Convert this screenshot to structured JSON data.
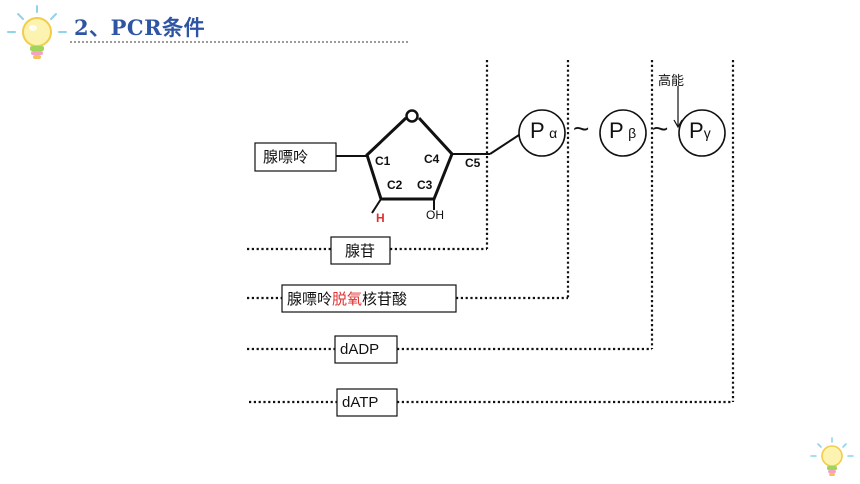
{
  "header": {
    "title": "2、PCR条件"
  },
  "diagram": {
    "ring_oxygen": "O",
    "carbons": {
      "c1": "C1",
      "c2": "C2",
      "c3": "C3",
      "c4": "C4",
      "c5": "C5"
    },
    "h_label": "H",
    "oh_label": "OH",
    "base_label": "腺嘌呤",
    "phosphates": {
      "alpha_p": "P",
      "alpha_sub": "α",
      "beta_p": "P",
      "beta_sub": "β",
      "gamma_p": "P",
      "gamma_sub": "γ"
    },
    "bond_symbol": "~",
    "high_energy_label": "高能",
    "boxes": {
      "adenosine": "腺苷",
      "dAMP_prefix": "腺嘌呤",
      "dAMP_highlight": "脱氧",
      "dAMP_suffix": "核苷酸",
      "dADP": "dADP",
      "dATP": "dATP"
    },
    "colors": {
      "title": "#2e54a4",
      "highlight": "#e03030"
    }
  }
}
